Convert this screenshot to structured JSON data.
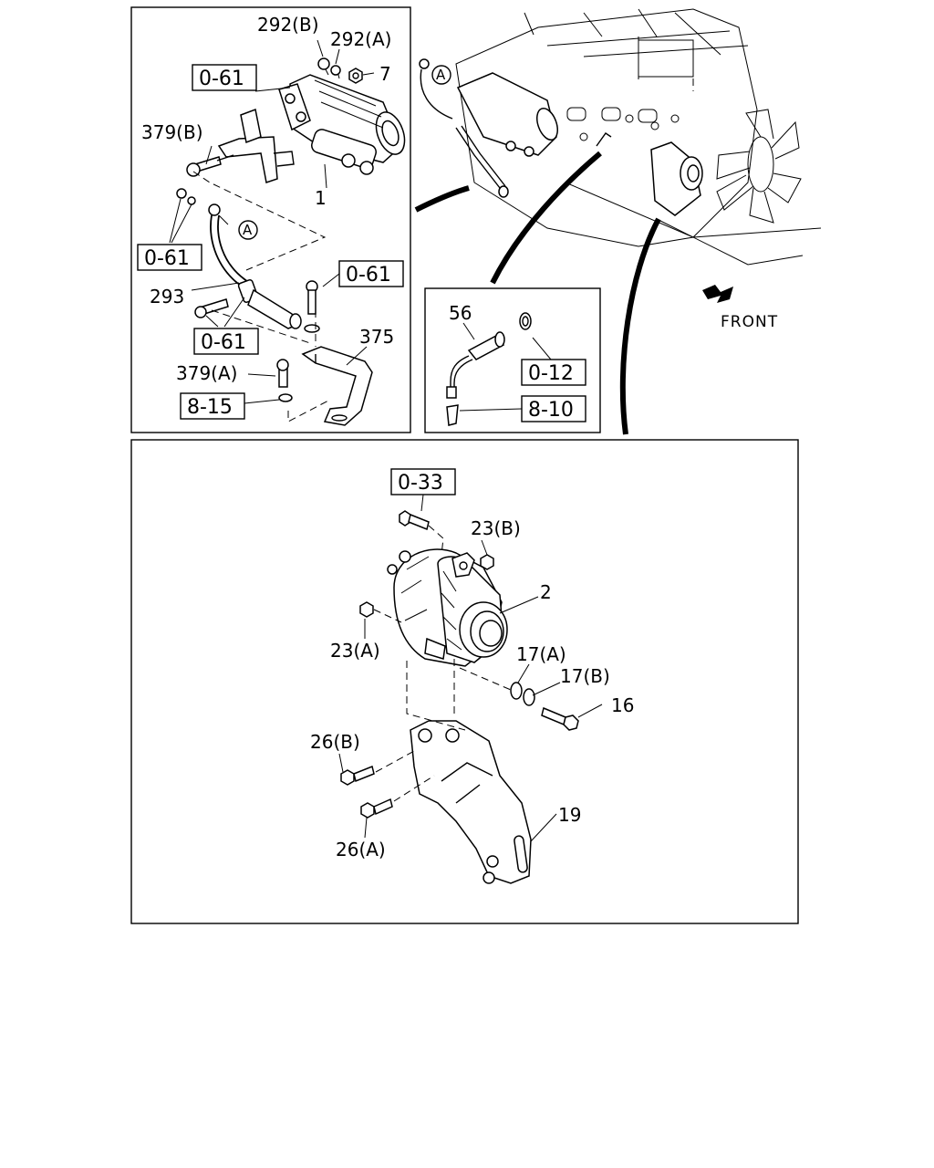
{
  "labels": {
    "p292b": "292(B)",
    "p292a": "292(A)",
    "p7": "7",
    "ref061_a": "0-61",
    "p379b": "379(B)",
    "p1": "1",
    "ref061_b": "0-61",
    "circleA_1": "A",
    "p293": "293",
    "ref061_c": "0-61",
    "ref061_d": "0-61",
    "p375": "375",
    "p379a": "379(A)",
    "ref815": "8-15",
    "circleA_2": "A",
    "p56": "56",
    "ref012": "0-12",
    "ref810": "8-10",
    "front": "FRONT",
    "ref033": "0-33",
    "p23b": "23(B)",
    "p2": "2",
    "p23a": "23(A)",
    "p17a": "17(A)",
    "p17b": "17(B)",
    "p16": "16",
    "p26b": "26(B)",
    "p19": "19",
    "p26a": "26(A)"
  }
}
